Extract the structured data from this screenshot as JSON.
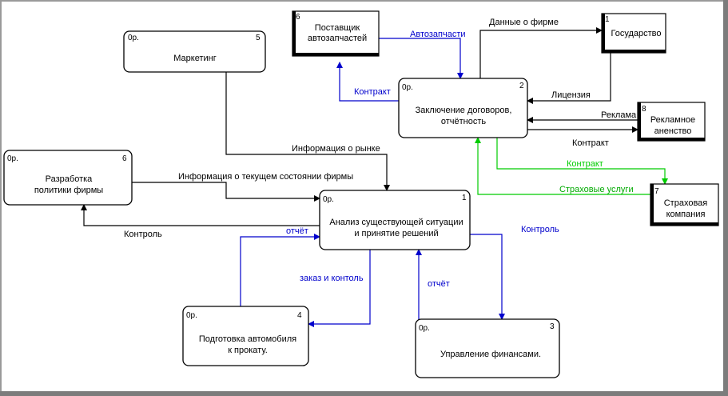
{
  "processes": [
    {
      "id": "marketing",
      "number": "5",
      "cost": "0р.",
      "lines": [
        "Маркетинг"
      ]
    },
    {
      "id": "contracts",
      "number": "2",
      "cost": "0р.",
      "lines": [
        "Заключение договоров,",
        "отчётность"
      ]
    },
    {
      "id": "policy",
      "number": "6",
      "cost": "0р.",
      "lines": [
        "Разработка",
        "политики фирмы"
      ]
    },
    {
      "id": "analysis",
      "number": "1",
      "cost": "0р.",
      "lines": [
        "Анализ существующей ситуации",
        "и принятие решений"
      ]
    },
    {
      "id": "preparation",
      "number": "4",
      "cost": "0р.",
      "lines": [
        "Подготовка автомобиля",
        "к прокату."
      ]
    },
    {
      "id": "finance",
      "number": "3",
      "cost": "0р.",
      "lines": [
        "Управление финансами."
      ]
    }
  ],
  "entities": [
    {
      "id": "supplier",
      "number": "6",
      "lines": [
        "Поставщик",
        "автозапчастей"
      ]
    },
    {
      "id": "state",
      "number": "1",
      "lines": [
        "Государство"
      ]
    },
    {
      "id": "adagency",
      "number": "8",
      "lines": [
        "Рекламное",
        "аненство"
      ]
    },
    {
      "id": "insurance",
      "number": "7",
      "lines": [
        "Страховая",
        "компания"
      ]
    }
  ],
  "flows": [
    {
      "id": "autoparts",
      "label": "Автозапчасти",
      "color": "#0000cc"
    },
    {
      "id": "contract-supplier",
      "label": "Контракт",
      "color": "#0000cc"
    },
    {
      "id": "company-data",
      "label": "Данные о фирме",
      "color": "#000000"
    },
    {
      "id": "license",
      "label": "Лицензия",
      "color": "#000000"
    },
    {
      "id": "advertising",
      "label": "Реклама",
      "color": "#000000"
    },
    {
      "id": "contract-agency",
      "label": "Контракт",
      "color": "#000000"
    },
    {
      "id": "contract-insurance",
      "label": "Контракт",
      "color": "#00cc00"
    },
    {
      "id": "insurance-services",
      "label": "Страховые услуги",
      "color": "#00aa00"
    },
    {
      "id": "market-info",
      "label": "Информация  о рынке",
      "color": "#000000"
    },
    {
      "id": "company-state-info",
      "label": "Информация о текущем состоянии фирмы",
      "color": "#000000"
    },
    {
      "id": "control-policy",
      "label": "Контроль",
      "color": "#000000"
    },
    {
      "id": "report-prep",
      "label": "отчёт",
      "color": "#0000cc"
    },
    {
      "id": "order-control",
      "label": "заказ и контоль",
      "color": "#0000cc"
    },
    {
      "id": "report-finance",
      "label": "отчёт",
      "color": "#0000cc"
    },
    {
      "id": "control-finance",
      "label": "Контроль",
      "color": "#0000cc"
    }
  ]
}
